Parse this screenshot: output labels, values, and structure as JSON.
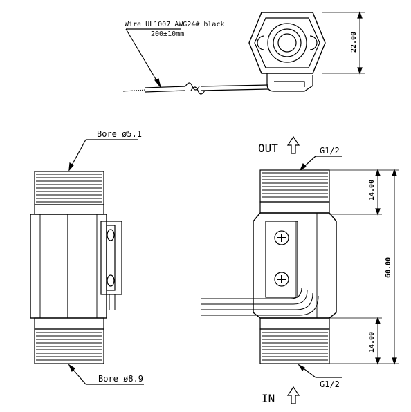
{
  "top": {
    "wire_line1": "Wire UL1007 AWG24# black",
    "wire_line2": "200±10mm",
    "dim_height": "22.00"
  },
  "left": {
    "bore_top": "Bore ø5.1",
    "bore_bottom": "Bore ø8.9"
  },
  "right": {
    "out_label": "OUT",
    "in_label": "IN",
    "thread_top": "G1/2",
    "thread_bottom": "G1/2",
    "dim_top": "14.00",
    "dim_total": "60.00",
    "dim_bottom": "14.00"
  }
}
